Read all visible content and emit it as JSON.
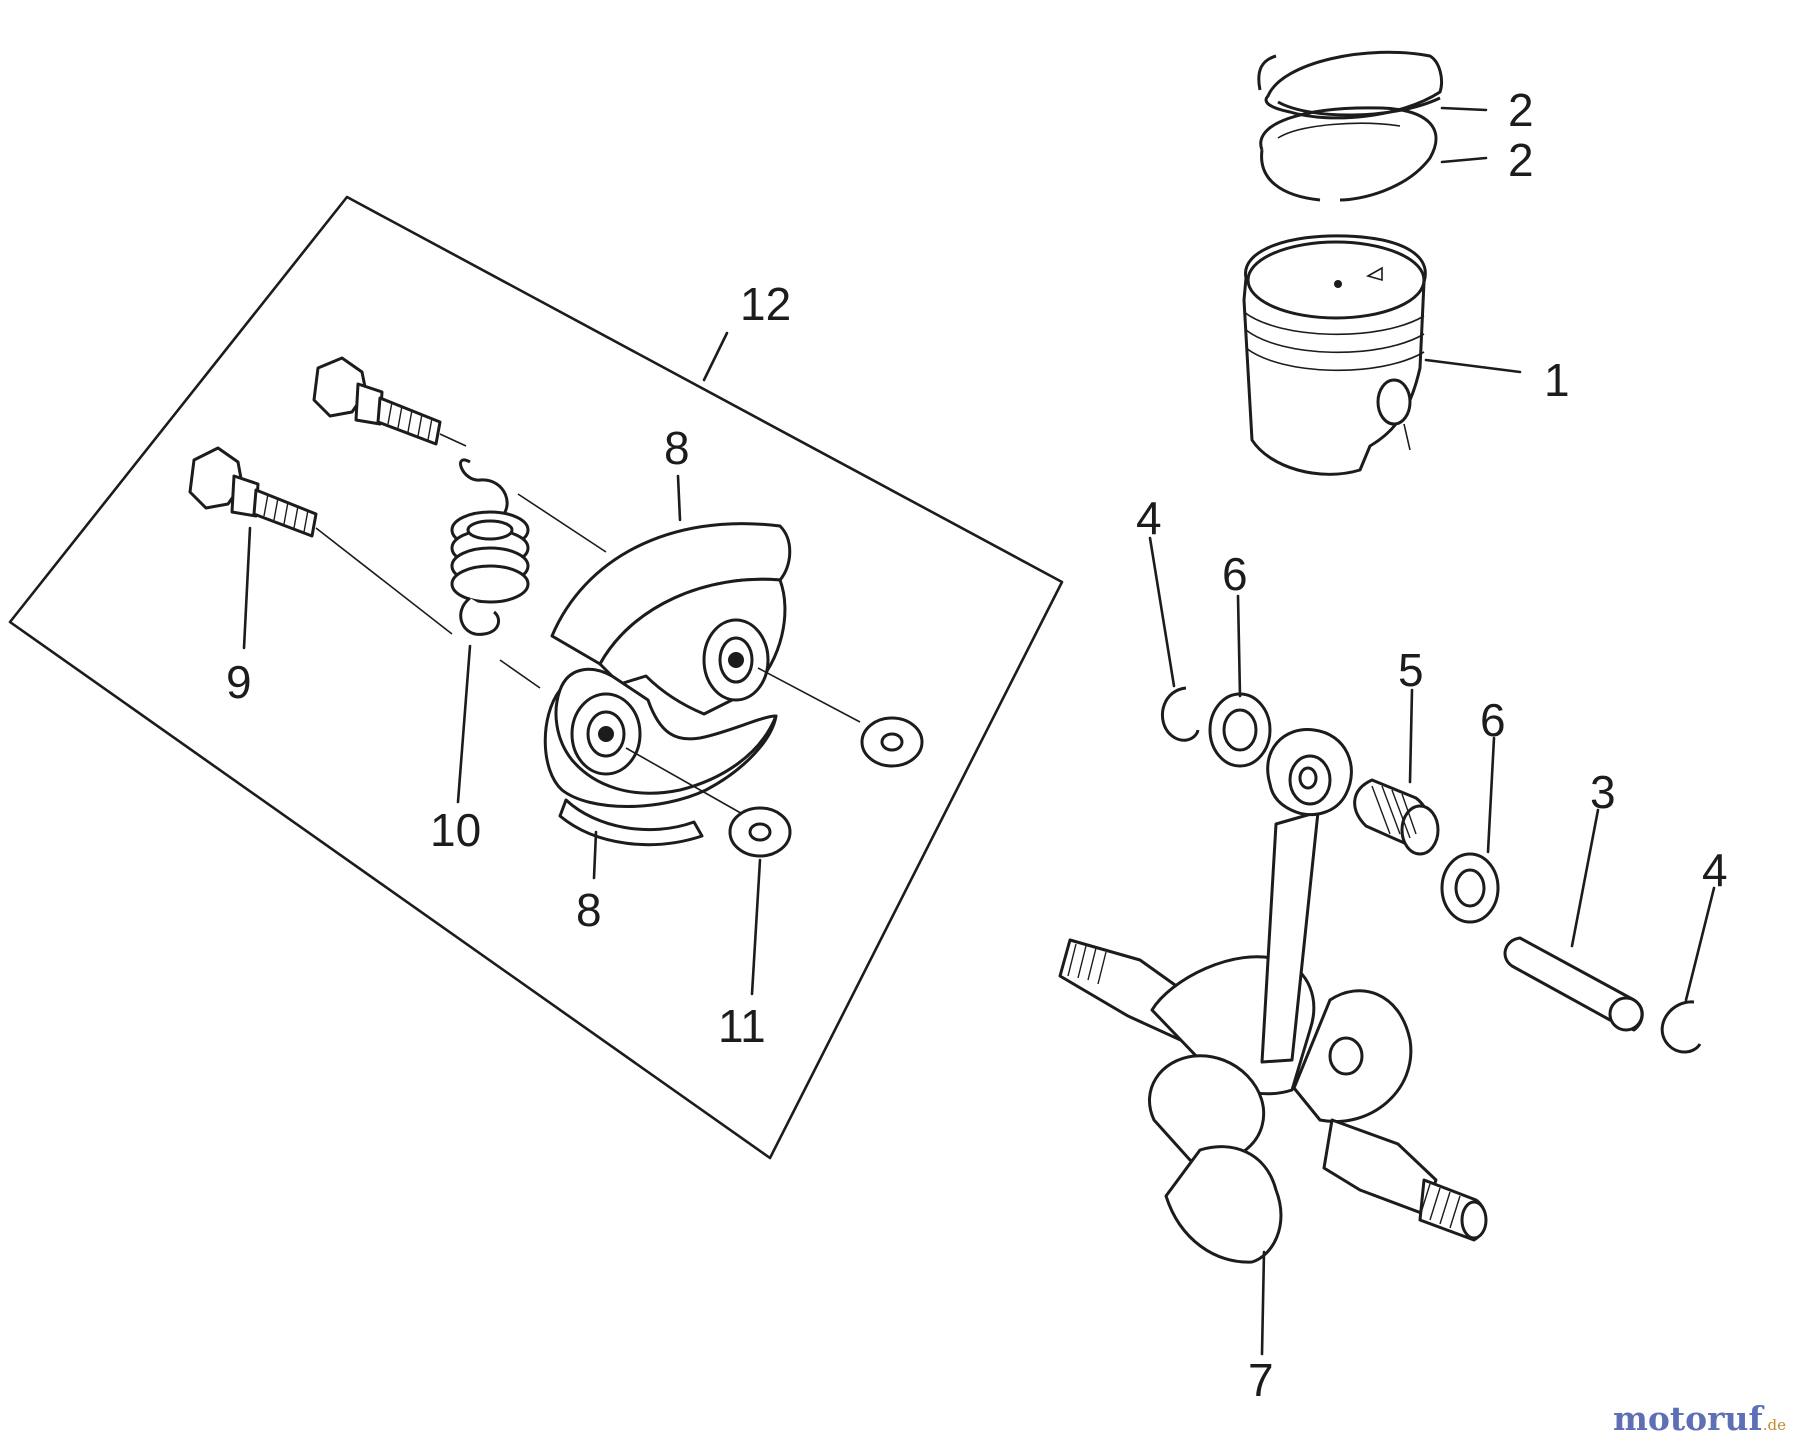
{
  "callouts": {
    "ring_upper": "2",
    "ring_lower": "2",
    "piston": "1",
    "circlip_left": "4",
    "washer_left": "6",
    "needle_bearing": "5",
    "washer_right": "6",
    "piston_pin": "3",
    "circlip_right": "4",
    "crankshaft": "7",
    "clutch_assembly": "12",
    "clutch_shoe_upper": "8",
    "clutch_shoe_lower": "8",
    "bolt": "9",
    "spring": "10",
    "washer_clutch": "11"
  },
  "watermark": {
    "main": "motoruf",
    "tld": ".de",
    "main_color": "#5f6fb5",
    "tld_color": "#c28a2c"
  }
}
